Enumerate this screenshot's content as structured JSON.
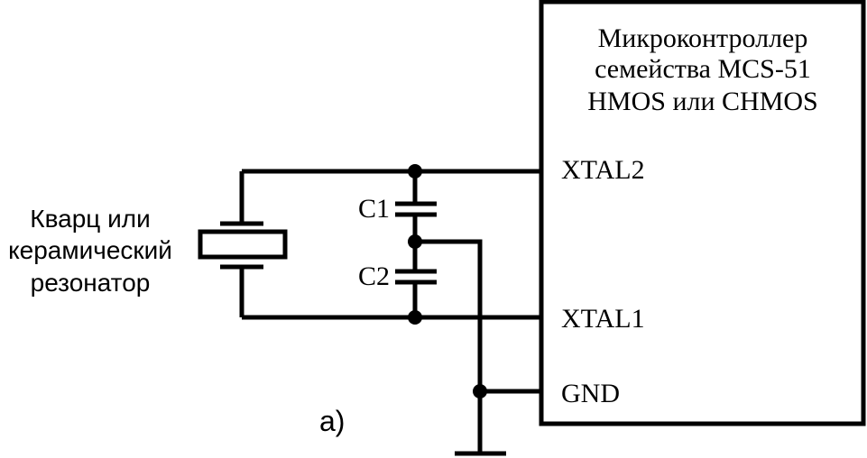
{
  "mcu": {
    "title_lines": [
      "Микроконтроллер",
      "семейства MCS-51",
      "HMOS или CHMOS"
    ],
    "pins": {
      "xtal2": "XTAL2",
      "xtal1": "XTAL1",
      "gnd": "GND"
    }
  },
  "resonator": {
    "label_lines": [
      "Кварц или",
      "керамический",
      "резонатор"
    ]
  },
  "capacitors": {
    "c1": "C1",
    "c2": "C2"
  },
  "figure_label": "а)"
}
